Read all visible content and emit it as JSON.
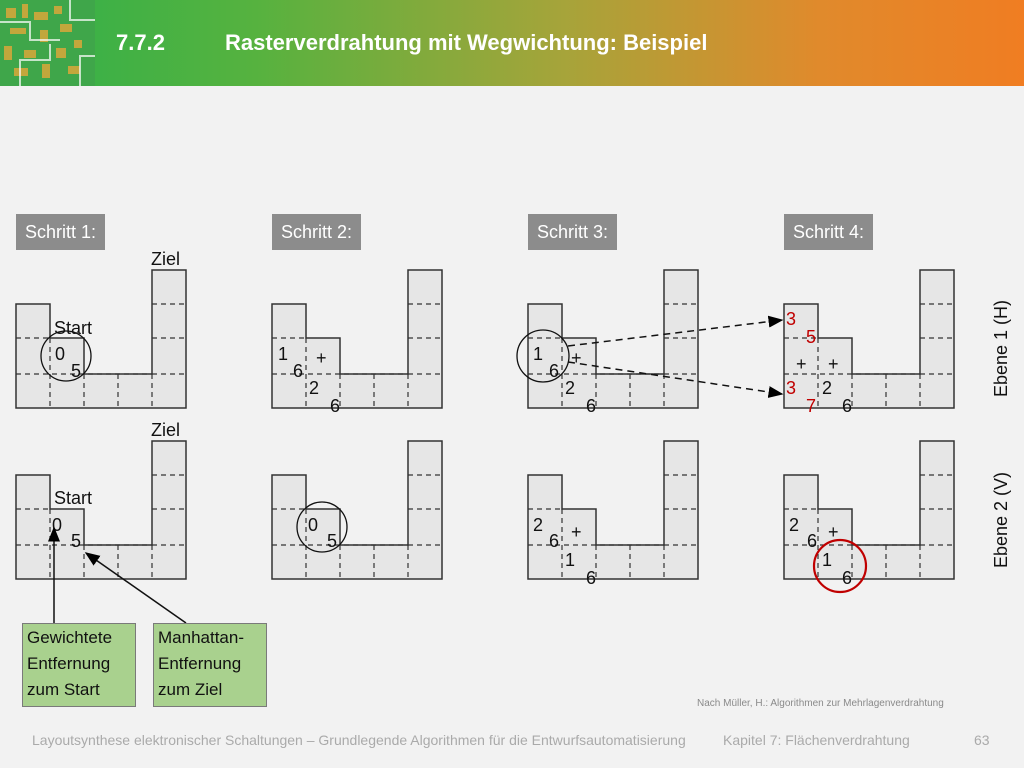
{
  "header": {
    "number": "7.7.2",
    "title": "Rasterverdrahtung mit Wegwichtung: Beispiel"
  },
  "steps": [
    "Schritt 1:",
    "Schritt 2:",
    "Schritt 3:",
    "Schritt 4:"
  ],
  "labels": {
    "ziel": "Ziel",
    "start": "Start",
    "ebene1": "Ebene 1 (H)",
    "ebene2": "Ebene 2 (V)"
  },
  "annotations": {
    "weighted_lines": [
      "Gewichtete",
      "Entfernung",
      "zum Start"
    ],
    "manhattan_lines": [
      "Manhattan-",
      "Entfernung",
      "zum Ziel"
    ]
  },
  "grid_values": {
    "s1_top": [
      "0",
      "5"
    ],
    "s1_bottom": [
      "0",
      "5"
    ],
    "s2_top": [
      "1",
      "6",
      "+",
      "2",
      "6"
    ],
    "s2_bottom": [
      "0",
      "5"
    ],
    "s3_top": [
      "1",
      "6",
      "+",
      "2",
      "6"
    ],
    "s3_bottom": [
      "2",
      "6",
      "+",
      "1",
      "6"
    ],
    "s4_top_red": [
      "3",
      "5",
      "3",
      "7"
    ],
    "s4_top_black": [
      "+",
      "+",
      "2",
      "6"
    ],
    "s4_bottom": [
      "2",
      "6",
      "+",
      "1",
      "6"
    ]
  },
  "colors": {
    "highlight": "#c00000",
    "box_fill": "#a9d18e",
    "step_label_bg": "#8c8c8c"
  },
  "citation": "Nach Müller, H.: Algorithmen zur Mehrlagenverdrahtung",
  "footer": {
    "course": "Layoutsynthese elektronischer Schaltungen – Grundlegende Algorithmen für die Entwurfsautomatisierung",
    "chapter": "Kapitel 7: Flächenverdrahtung",
    "page": "63"
  }
}
